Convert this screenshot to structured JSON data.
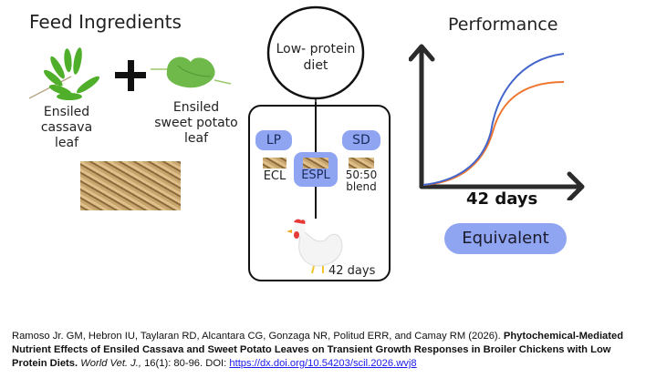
{
  "feed": {
    "title": "Feed Ingredients",
    "cassava_label_lines": [
      "Ensiled",
      "cassava",
      "leaf"
    ],
    "sweet_potato_label_lines": [
      "Ensiled",
      "sweet potato",
      "leaf"
    ],
    "plus_symbol": "+"
  },
  "diet": {
    "circle_label_lines": [
      "Low- protein",
      "diet"
    ],
    "groups": [
      {
        "tag": "LP",
        "sub": "ECL"
      },
      {
        "tag": "ESPL",
        "sub": ""
      },
      {
        "tag": "SD",
        "sub_lines": [
          "50:50",
          "blend"
        ]
      }
    ],
    "duration": "42 days"
  },
  "performance": {
    "title": "Performance",
    "x_label": "42 days",
    "result": "Equivalent",
    "colors": {
      "blue": "#4466cc",
      "orange": "#ee7733",
      "pill": "#8fa5f2"
    }
  },
  "chart_data": {
    "type": "line",
    "title": "Performance",
    "xlabel": "42 days",
    "ylabel": "",
    "series": [
      {
        "name": "blue-curve",
        "color": "#4466cc",
        "x": [
          0,
          0.2,
          0.4,
          0.5,
          0.6,
          0.8,
          1.0
        ],
        "y": [
          0,
          0.06,
          0.3,
          0.55,
          0.78,
          0.92,
          0.98
        ]
      },
      {
        "name": "orange-curve",
        "color": "#ee7733",
        "x": [
          0,
          0.2,
          0.4,
          0.5,
          0.6,
          0.8,
          1.0
        ],
        "y": [
          0,
          0.05,
          0.27,
          0.5,
          0.66,
          0.78,
          0.83
        ]
      }
    ],
    "annotation": "Equivalent"
  },
  "citation": {
    "authors": "Ramoso Jr. GM, Hebron IU, Taylaran RD, Alcantara CG, Gonzaga NR, Politud ERR, and Camay RM (2026). ",
    "title": "Phytochemical-Mediated Nutrient Effects of Ensiled Cassava and Sweet Potato Leaves on Transient Growth Responses in Broiler Chickens with Low Protein Diets.",
    "journal": "World Vet. J.,",
    "volume": " 16(1): 80-96. DOI: ",
    "doi": "https://dx.doi.org/10.54203/scil.2026.wvj8"
  }
}
